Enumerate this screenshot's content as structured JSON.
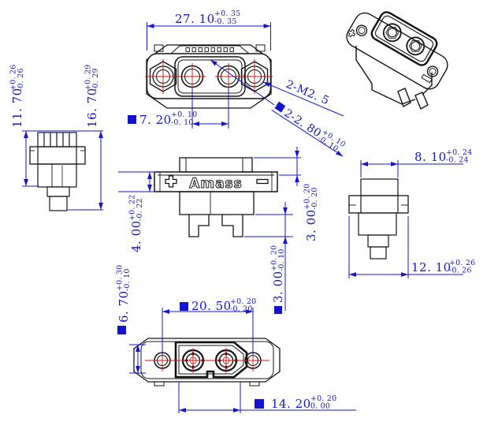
{
  "brand_label": "Amass",
  "colors": {
    "line": "#141414",
    "dimension": "#1414cc",
    "centerline": "#cc1414",
    "flag": "#1414cc"
  },
  "dimensions": {
    "flange_width": {
      "value": "27. 10",
      "tol_plus": "+0. 35",
      "tol_minus": "-0. 35"
    },
    "contact_pitch": {
      "value": "7. 20",
      "tol_plus": "+0. 10",
      "tol_minus": "-0. 10"
    },
    "thread_callout": {
      "value": "2-M2. 5"
    },
    "contact_diameter": {
      "value": "2-2. 80",
      "tol_plus": "+0. 10",
      "tol_minus": "-0. 10"
    },
    "body_height": {
      "value": "11. 70",
      "tol_plus": "+0. 26",
      "tol_minus": "-0. 26"
    },
    "overall_height": {
      "value": "16. 70",
      "tol_plus": "+0. 29",
      "tol_minus": "-0. 29"
    },
    "flange_thickness": {
      "value": "4. 00",
      "tol_plus": "+0. 22",
      "tol_minus": "-0. 22"
    },
    "housing_height": {
      "value": "3. 00",
      "tol_plus": "+0. 20",
      "tol_minus": "-0. 20"
    },
    "pin_length": {
      "value": "3. 00",
      "tol_plus": "+0. 20",
      "tol_minus": "-0. 10"
    },
    "body_width": {
      "value": "8. 10",
      "tol_plus": "+0. 24",
      "tol_minus": "-0. 24"
    },
    "side_flange_width": {
      "value": "12. 10",
      "tol_plus": "+0. 26",
      "tol_minus": "-0. 26"
    },
    "shell_height": {
      "value": "6. 70",
      "tol_plus": "+0. 30",
      "tol_minus": "-0. 10"
    },
    "mount_hole_pitch": {
      "value": "20. 50",
      "tol_plus": "+0. 20",
      "tol_minus": "-0. 20"
    },
    "shell_width": {
      "value": "14. 20",
      "tol_plus": "+0. 20",
      "tol_minus": "0. 00"
    }
  }
}
